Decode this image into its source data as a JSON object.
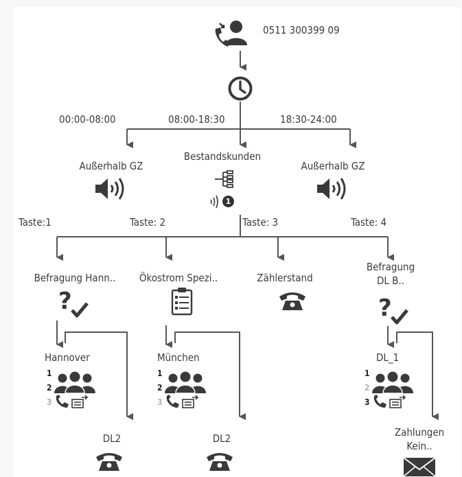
{
  "start": {
    "phone_number": "0511 300399 09",
    "icon": "incoming-call-person-icon"
  },
  "time_switch": {
    "icon": "clock-icon",
    "ranges": [
      "00:00-08:00",
      "08:00-18:30",
      "18:30-24:00"
    ]
  },
  "level1": {
    "left": {
      "label": "Außerhalb GZ",
      "icon": "speaker-icon"
    },
    "middle": {
      "label": "Bestandskunden",
      "icon": "ivr-menu-icon",
      "badge_icon": "sound-wave-icon",
      "badge": "1"
    },
    "right": {
      "label": "Außerhalb GZ",
      "icon": "speaker-icon"
    }
  },
  "keys": [
    "Taste:1",
    "Taste: 2",
    "Taste: 3",
    "Taste: 4"
  ],
  "level2": [
    {
      "label": "Befragung Hann..",
      "icon": "survey-icon"
    },
    {
      "label": "Ökostrom Spezi..",
      "icon": "form-list-icon"
    },
    {
      "label": "Zählerstand",
      "icon": "telephone-icon"
    },
    {
      "label_line1": "Befragung",
      "label_line2": "DL B..",
      "icon": "survey-icon"
    }
  ],
  "groups": [
    {
      "label": "Hannover",
      "steps": [
        "1",
        "2",
        "3"
      ],
      "active": [
        true,
        true,
        false
      ],
      "target": "DL2"
    },
    {
      "label": "München",
      "steps": [
        "1",
        "2",
        "3"
      ],
      "active": [
        true,
        true,
        false
      ],
      "target": "DL2"
    },
    {
      "label": "DL_1",
      "steps": [
        "1",
        "2",
        "3"
      ],
      "active": [
        true,
        false,
        true
      ],
      "target_line1": "Zahlungen",
      "target_line2": "Kein.."
    }
  ],
  "colors": {
    "line": "#555555",
    "text": "#3b3b3b",
    "icon": "#3a3a3a",
    "inactive": "#b5b5b5"
  }
}
